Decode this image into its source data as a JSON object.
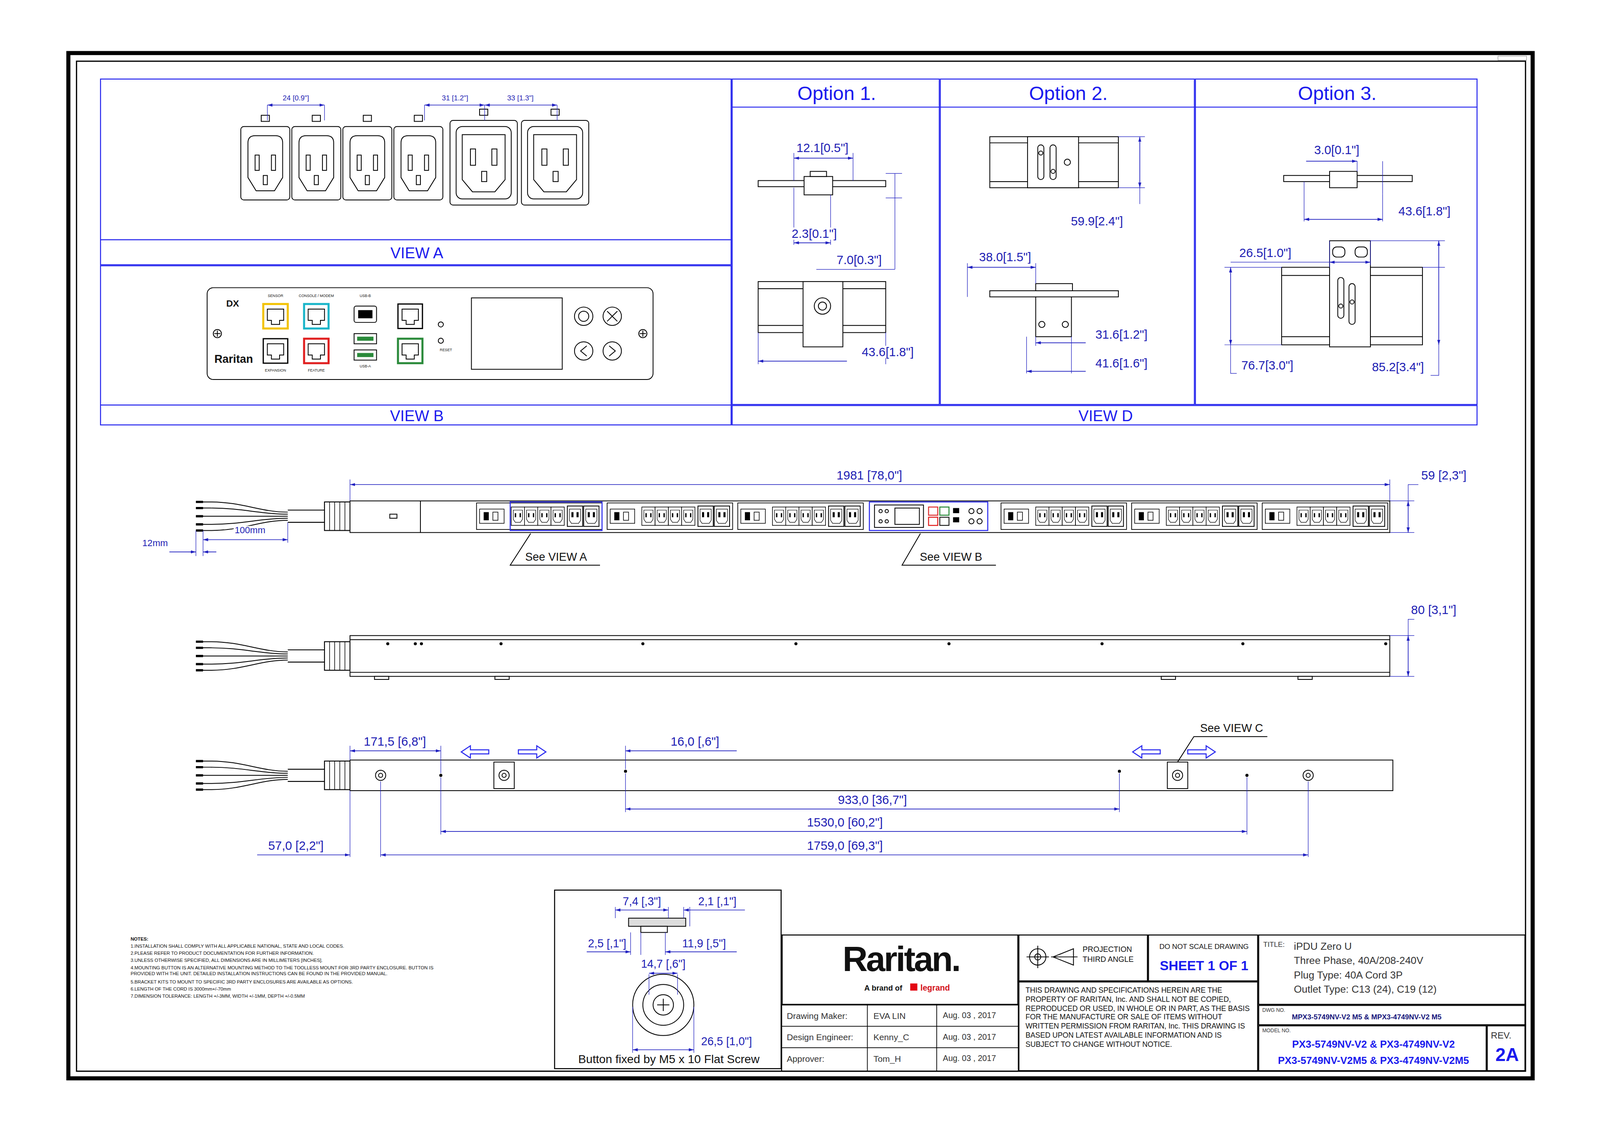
{
  "diagram": {
    "nodes": [
      {
        "text": [
          "VIEW A"
        ]
      },
      {
        "text": [
          "VIEW B"
        ]
      },
      {
        "text": [
          "Option 1."
        ]
      },
      {
        "text": [
          "Option 2."
        ]
      },
      {
        "text": [
          "Option 3."
        ]
      },
      {
        "text": [
          "VIEW D"
        ]
      },
      {
        "text": [
          "Button fixed by M5 x 10 Flat Screw"
        ]
      },
      {
        "text": [
          "Raritan.",
          "A brand of",
          "legrand"
        ]
      },
      {
        "text": [
          "PROJECTION THIRD ANGLE"
        ]
      },
      {
        "text": [
          "DO NOT SCALE DRAWING",
          "SHEET 1 OF 1"
        ]
      },
      {
        "text": [
          "THIS DRAWING AND SPECIFICATIONS HEREIN ARE THE PROPERTY OF RARITAN, Inc. AND SHALL NOT BE COPIED, REPRODUCED OR USED, IN WHOLE OR IN PART, AS THE BASIS FOR THE MANUFACTURE OR SALE OF ITEMS WITHOUT WRITTEN PERMISSION FROM RARITAN, Inc. THIS DRAWING IS BASED UPON LATEST AVAILABLE INFORMATION AND IS SUBJECT TO CHANGE WITHOUT NOTICE."
        ]
      },
      {
        "text": [
          "TITLE:",
          "iPDU Zero U",
          "Three Phase, 40A/208-240V",
          "Plug Type: 40A Cord 3P",
          "Outlet Type: C13 (24), C19 (12)"
        ]
      },
      {
        "text": [
          "DWG NO.",
          "MPX3-5749NV-V2 M5 & MPX3-4749NV-V2 M5"
        ]
      },
      {
        "text": [
          "MODEL NO.",
          "PX3-5749NV-V2 & PX3-4749NV-V2",
          "PX3-5749NV-V2M5 & PX3-4749NV-V2M5"
        ]
      },
      {
        "text": [
          "REV.",
          "2A"
        ]
      }
    ],
    "labels": [
      "24 [0.9\"]",
      "31 [1.2\"]",
      "33 [1.3\"]",
      "DX",
      "Raritan",
      "SENSOR",
      "CONSOLE / MODEM",
      "USB-B",
      "EXPANSION",
      "FEATURE",
      "USB-A",
      "RESET",
      "12.1[0.5\"]",
      "2.3[0.1\"]",
      "7.0[0.3\"]",
      "43.6[1.8\"]",
      "59.9[2.4\"]",
      "38.0[1.5\"]",
      "31.6[1.2\"]",
      "41.6[1.6\"]",
      "3.0[0.1\"]",
      "43.6[1.8\"]",
      "26.5[1.0\"]",
      "76.7[3.0\"]",
      "85.2[3.4\"]",
      "1981 [78,0\"]",
      "59 [2,3\"]",
      "12mm",
      "100mm",
      "See VIEW A",
      "See VIEW B",
      "80 [3,1\"]",
      "171,5 [6,8\"]",
      "16,0 [,6\"]",
      "See VIEW C",
      "933,0 [36,7\"]",
      "1530,0 [60,2\"]",
      "57,0 [2,2\"]",
      "1759,0 [69,3\"]",
      "7,4 [,3\"]",
      "2,1 [,1\"]",
      "2,5 [,1\"]",
      "11,9 [,5\"]",
      "14,7 [,6\"]",
      "26,5 [1,0\"]",
      "NOTES:",
      "1.INSTALLATION SHALL COMPLY WITH ALL APPLICABLE NATIONAL, STATE AND LOCAL CODES.",
      "2.PLEASE REFER TO PRODUCT DOCUMENTATION FOR FURTHER INFORMATION.",
      "3.UNLESS OTHERWISE SPECIFIED, ALL DIMENSIONS ARE IN MILLIMETERS [INCHES].",
      "4.MOUNTING BUTTON IS AN ALTERNATIVE MOUNTING METHOD TO THE TOOLLESS MOUNT FOR 3RD PARTY ENCLOSURE. BUTTON IS PROVIDED WITH THE UNIT. DETAILED INSTALLATION INSTRUCTIONS CAN BE FOUND IN THE PROVIDED MANUAL.",
      "5.BRACKET KITS TO MOUNT TO SPECIFIC 3RD PARTY ENCLOSURES ARE AVAILABLE AS OPTIONS.",
      "6.LENGTH OF THE CORD IS 3000mm+/-70mm",
      "7.DIMENSION TOLERANCE: LENGTH +/-3MM, WIDTH +/-1MM, DEPTH +/-0.5MM",
      "Drawing Maker:",
      "EVA LIN",
      "Aug. 03 , 2017",
      "Design Engineer:",
      "Kenny_C",
      "Aug. 03 , 2017",
      "Approver:",
      "Tom_H",
      "Aug. 03 , 2017"
    ]
  }
}
